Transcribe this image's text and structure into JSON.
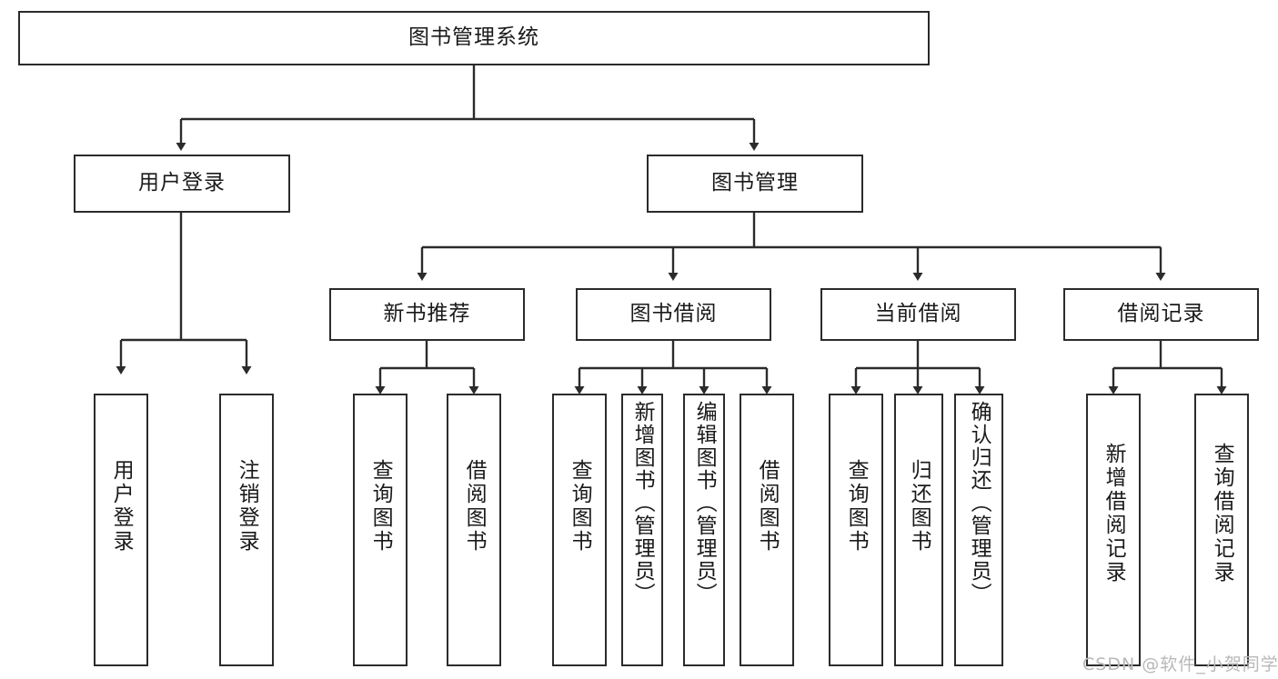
{
  "diagram": {
    "title": "图书管理系统",
    "watermark": "CSDN @软件_小贺同学",
    "colors": {
      "stroke": "#2b2b2b",
      "fill": "#ffffff",
      "text": "#1a1a1a",
      "watermark": "#b8b8b8"
    },
    "root": {
      "label": "图书管理系统"
    },
    "level2": [
      {
        "label": "用户登录"
      },
      {
        "label": "图书管理"
      }
    ],
    "level3": [
      {
        "label": "新书推荐"
      },
      {
        "label": "图书借阅"
      },
      {
        "label": "当前借阅"
      },
      {
        "label": "借阅记录"
      }
    ],
    "leaves": {
      "user_login": [
        {
          "label": "用户登录"
        },
        {
          "label": "注销登录"
        }
      ],
      "new_book": [
        {
          "label": "查询图书"
        },
        {
          "label": "借阅图书"
        }
      ],
      "borrow_book": [
        {
          "label": "查询图书"
        },
        {
          "label": "新增图书（管理员）"
        },
        {
          "label": "编辑图书（管理员）"
        },
        {
          "label": "借阅图书"
        }
      ],
      "current_borrow": [
        {
          "label": "查询图书"
        },
        {
          "label": "归还图书"
        },
        {
          "label": "确认归还（管理员）"
        }
      ],
      "borrow_record": [
        {
          "label": "新增借阅记录"
        },
        {
          "label": "查询借阅记录"
        }
      ]
    }
  }
}
